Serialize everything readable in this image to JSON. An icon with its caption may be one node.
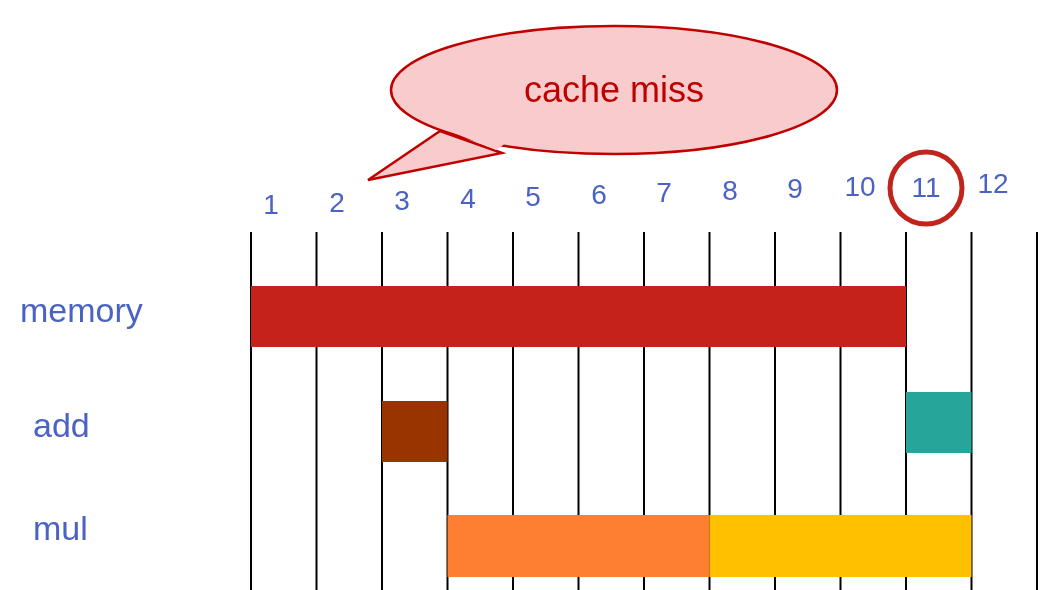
{
  "diagram": {
    "nodes": [
      {
        "text": [
          "cache miss"
        ]
      },
      {
        "text": [
          "11"
        ]
      },
      {
        "text": [],
        "shape": "bar"
      },
      {
        "text": [],
        "shape": "bar"
      },
      {
        "text": [],
        "shape": "bar"
      },
      {
        "text": [],
        "shape": "bar"
      },
      {
        "text": [],
        "shape": "bar"
      }
    ],
    "labels": [
      "1",
      "2",
      "3",
      "4",
      "5",
      "6",
      "7",
      "8",
      "9",
      "10",
      "12",
      "memory",
      "add",
      "mul"
    ]
  }
}
